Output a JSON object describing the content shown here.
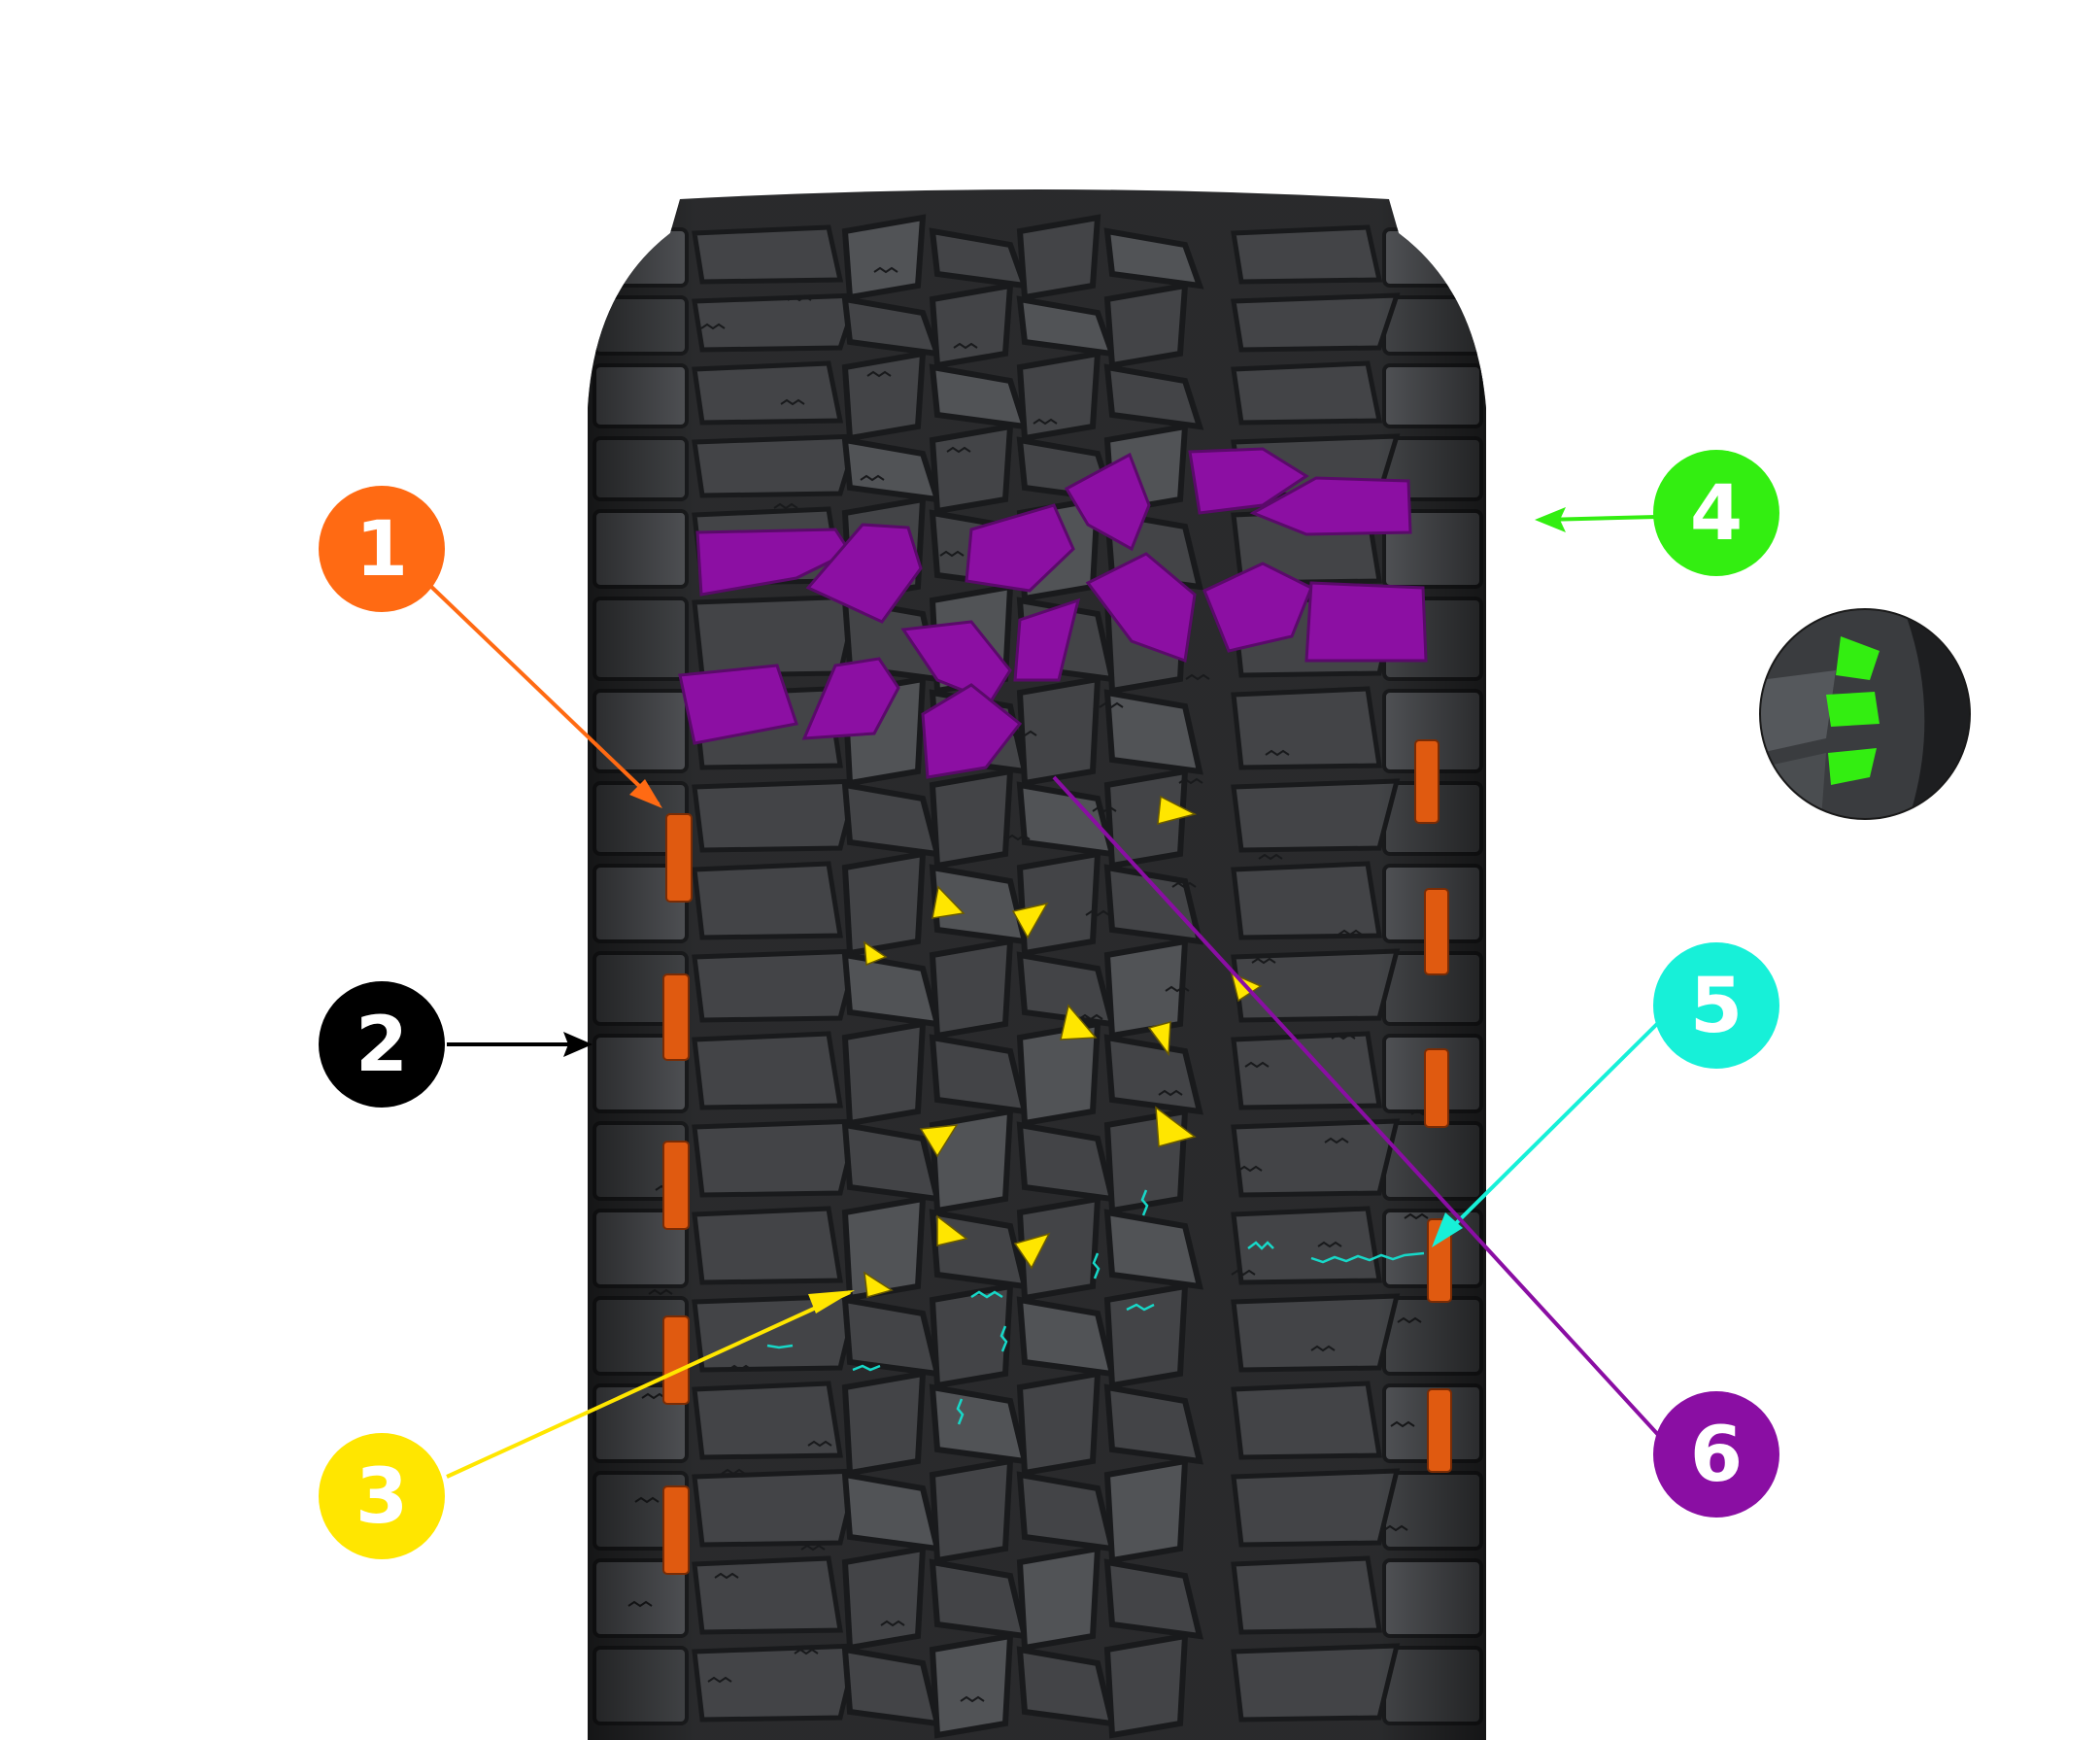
{
  "callouts": [
    {
      "id": "1",
      "label": "1",
      "color": "#ff6a13"
    },
    {
      "id": "2",
      "label": "2",
      "color": "#000000"
    },
    {
      "id": "3",
      "label": "3",
      "color": "#ffe600"
    },
    {
      "id": "4",
      "label": "4",
      "color": "#33ee11"
    },
    {
      "id": "5",
      "label": "5",
      "color": "#17f0d8"
    },
    {
      "id": "6",
      "label": "6",
      "color": "#8a0ea3"
    }
  ],
  "colors": {
    "tire_dark": "#2e2f31",
    "tire_block": "#4a4c4f",
    "tire_block_light": "#5a5c60",
    "tire_groove": "#1c1d1f",
    "highlight_purple": "#8c0fa3",
    "highlight_orange": "#e05a10",
    "highlight_yellow": "#ffe600",
    "highlight_cyan": "#17d8c8",
    "highlight_green": "#33ee11"
  },
  "icons": [
    "tire-tread",
    "sidewall-inset"
  ]
}
